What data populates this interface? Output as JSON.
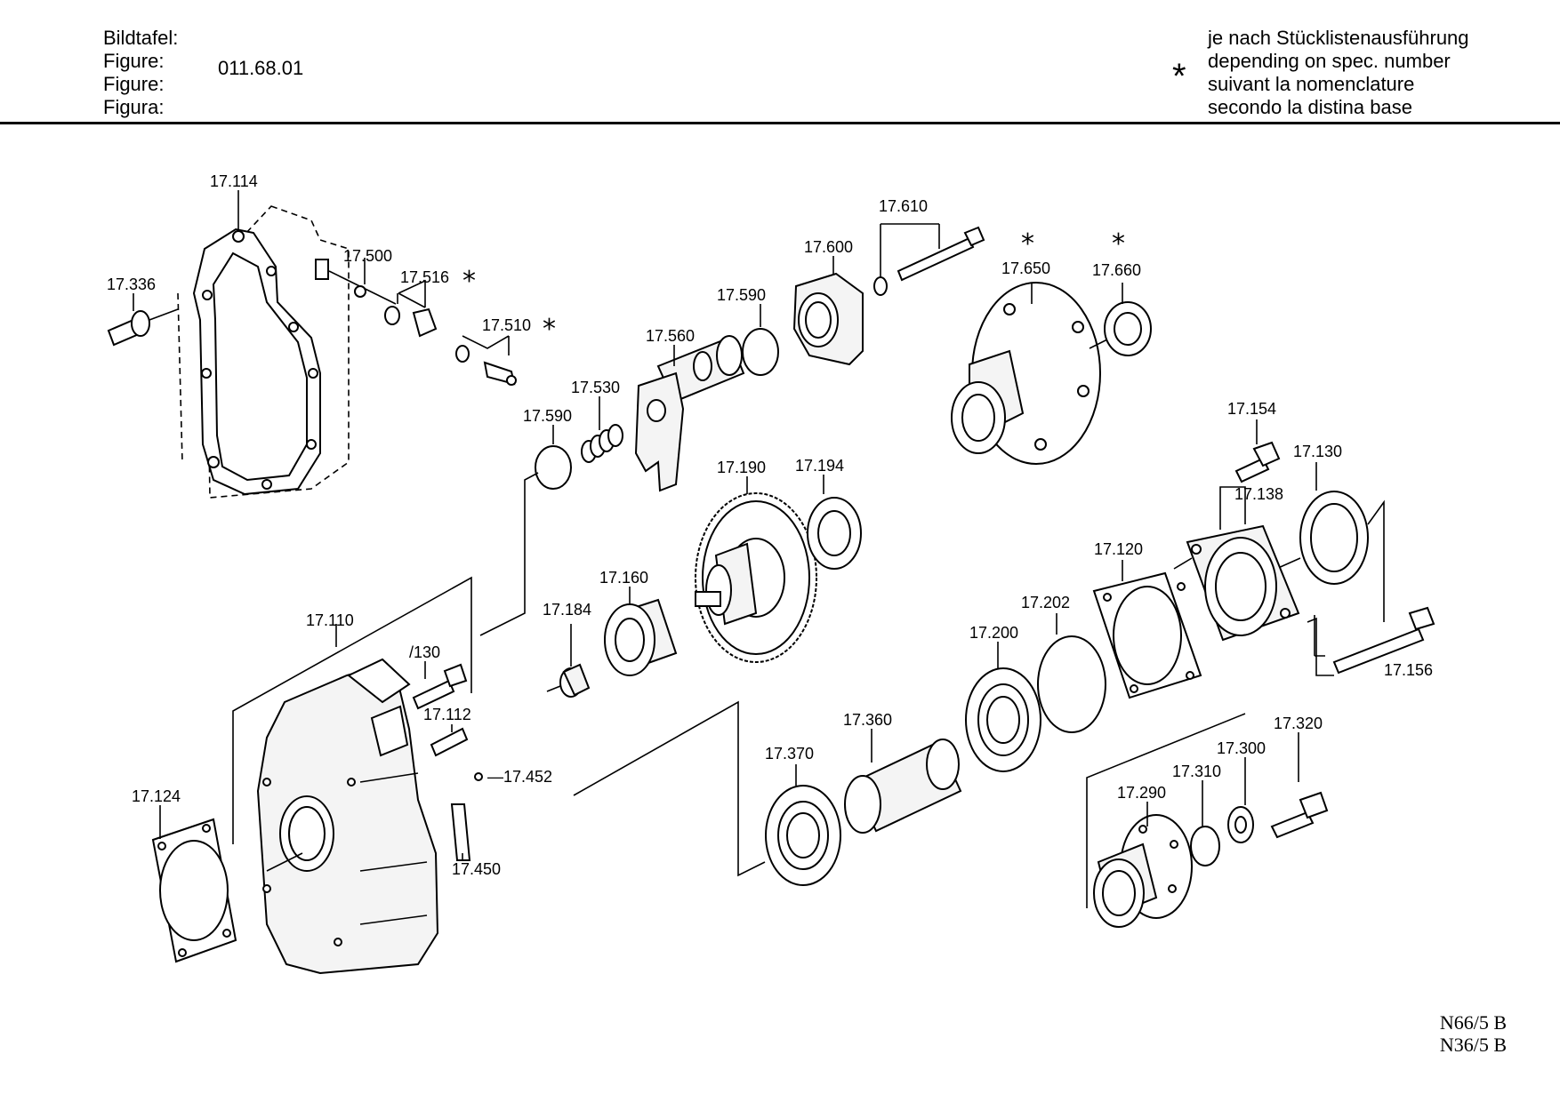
{
  "header": {
    "labels": [
      "Bildtafel:",
      "Figure:",
      "Figure:",
      "Figura:"
    ],
    "figure_number": "011.68.01",
    "asterisk": "*",
    "notes": [
      "je nach Stücklistenausführung",
      "depending on spec. number",
      "suivant la nomenclature",
      "secondo la distina base"
    ]
  },
  "model_codes": [
    "N66/5 B",
    "N36/5 B"
  ],
  "part_labels": {
    "p17_114": "17.114",
    "p17_336": "17.336",
    "p17_500": "17.500",
    "p17_516": "17.516",
    "p17_510": "17.510",
    "p17_610": "17.610",
    "p17_600": "17.600",
    "p17_590a": "17.590",
    "p17_560": "17.560",
    "p17_530": "17.530",
    "p17_590b": "17.590",
    "p17_650": "17.650",
    "p17_660": "17.660",
    "p17_154": "17.154",
    "p17_130": "17.130",
    "p17_138": "17.138",
    "p17_190": "17.190",
    "p17_194": "17.194",
    "p17_160": "17.160",
    "p17_184": "17.184",
    "p17_120": "17.120",
    "p17_202": "17.202",
    "p17_200": "17.200",
    "p17_156": "17.156",
    "p17_110": "17.110",
    "p_130": "/130",
    "p17_112": "17.112",
    "p17_452": "—17.452",
    "p17_124": "17.124",
    "p17_450": "17.450",
    "p17_360": "17.360",
    "p17_370": "17.370",
    "p17_320": "17.320",
    "p17_300": "17.300",
    "p17_310": "17.310",
    "p17_290": "17.290"
  },
  "spec_marks": {
    "m17_516": "*",
    "m17_510": "*",
    "m17_650": "*",
    "m17_660": "*"
  }
}
